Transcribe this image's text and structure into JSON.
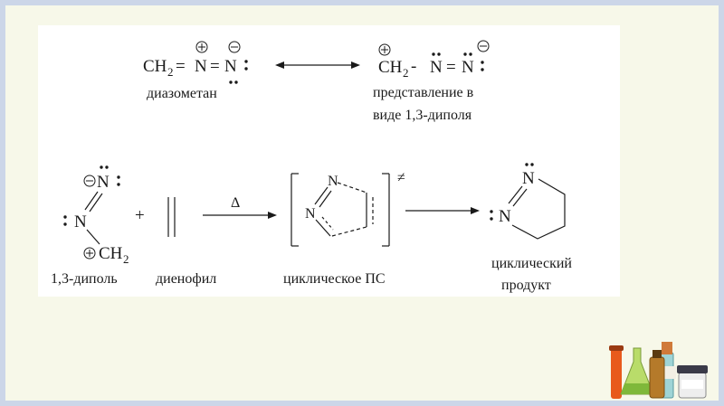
{
  "diazomethane": {
    "formula_ch": "CH",
    "formula_sub": "2",
    "eq1": "=",
    "n1": "N",
    "eq2": "=",
    "n2": "N",
    "name": "диазометан"
  },
  "dipole_form": {
    "formula_ch": "CH",
    "formula_sub": "2",
    "dash": "-",
    "n1": "N",
    "eq": "=",
    "n2": "N",
    "caption_line1": "представление в",
    "caption_line2": "виде 1,3-диполя"
  },
  "reaction": {
    "dipole_n_top": "N",
    "dipole_n_mid": "N",
    "dipole_ch": "CH",
    "dipole_ch_sub": "2",
    "plus": "+",
    "delta": "Δ",
    "ts_n_top": "N",
    "ts_n_left": "N",
    "ts_mark": "≠",
    "product_n_top": "N",
    "product_n_left": "N",
    "label_dipole": "1,3-диполь",
    "label_dienophile": "диенофил",
    "label_ts": "циклическое ПС",
    "label_product_line1": "циклический",
    "label_product_line2": "продукт"
  },
  "decor": {
    "icon": "lab-glassware-icon"
  }
}
